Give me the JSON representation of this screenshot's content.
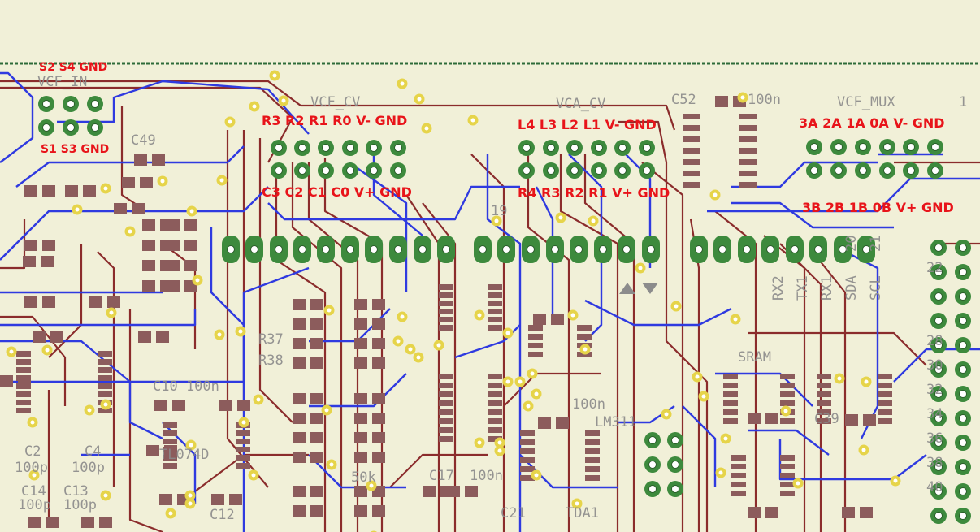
{
  "colors": {
    "background": "#f1f0d8",
    "top_copper": "#8b2c2c",
    "bottom_copper": "#2f3ae0",
    "pad": "#3d8a3d",
    "smd": "#8c5c5c",
    "via": "#e6d44a",
    "label": "#e8141a",
    "silk": "#8a8a8a"
  },
  "pin_labels": {
    "vcf_in_top": "S2  S4 GND",
    "vcf_in_bottom": "S1  S3 GND",
    "vcf_cv_top": "R3 R2 R1 R0 V- GND",
    "vcf_cv_bottom": "C3 C2 C1 C0 V+ GND",
    "vca_cv_top": "L4 L3 L2 L1 V- GND",
    "vca_cv_bottom": "R4 R3 R2 R1 V+ GND",
    "vcf_mux_top": "3A 2A 1A 0A V- GND",
    "vcf_mux_bottom": "3B 2B 1B 0B V+ GND"
  },
  "silkscreen": {
    "vcf_in": "VCF_IN",
    "vcf_cv": "VCF_CV",
    "vca_cv": "VCA_CV",
    "vcf_mux": "VCF_MUX",
    "c49": "C49",
    "c10": "C10 100n",
    "c2": "C2",
    "c2_val": "100p",
    "c4": "C4",
    "c4_val": "100p",
    "c14": "C14",
    "c13": "C13",
    "c14_val": "100p",
    "c13_val": "100p",
    "tl074": "TL074D",
    "r37": "R37",
    "r38": "R38",
    "val_50k": "50k",
    "c17": "C17",
    "val_100n_a": "100n",
    "val_100n_b": "100n",
    "c52": "C52",
    "val_100n_c": "100n",
    "sram": "SRAM",
    "c39": "C39",
    "tda": "TDA1",
    "lm311": "LM311",
    "c12": "C12",
    "c21": "C21",
    "one": "1",
    "num19": "19",
    "rx2": "RX2",
    "tx1": "TX1",
    "rx1": "RX1",
    "sda": "SDA",
    "scl": "SCL",
    "n20": "20",
    "n21": "21",
    "n22": "22",
    "n28": "28",
    "n30": "30",
    "n32": "32",
    "n34": "34",
    "n36": "36",
    "n38": "38",
    "n40": "40"
  }
}
